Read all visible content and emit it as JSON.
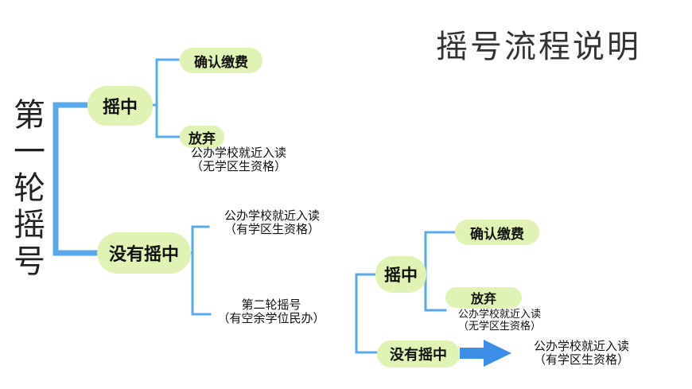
{
  "title": "摇号流程说明",
  "root": {
    "label_chars": [
      "第",
      "一",
      "轮",
      "摇",
      "号"
    ]
  },
  "round1": {
    "win": {
      "label": "摇中",
      "confirm": "确认缴费",
      "abandon": "放弃",
      "abandon_result_line1": "公办学校就近入读",
      "abandon_result_line2": "（无学区生资格）"
    },
    "lose": {
      "label": "没有摇中",
      "result_line1": "公办学校就近入读",
      "result_line2": "（有学区生资格）",
      "second_line1": "第二轮摇号",
      "second_line2": "（有空余学位民办）"
    }
  },
  "round2": {
    "win": {
      "label": "摇中",
      "confirm": "确认缴费",
      "abandon": "放弃",
      "abandon_result_line1": "公办学校就近入读",
      "abandon_result_line2": "（无学区生资格）"
    },
    "lose": {
      "label": "没有摇中",
      "result_line1": "公办学校就近入读",
      "result_line2": "（有学区生资格）"
    }
  },
  "colors": {
    "connector": "#5aa9ec",
    "pill": "#e1f3b4",
    "arrow": "#3d8ee6"
  }
}
